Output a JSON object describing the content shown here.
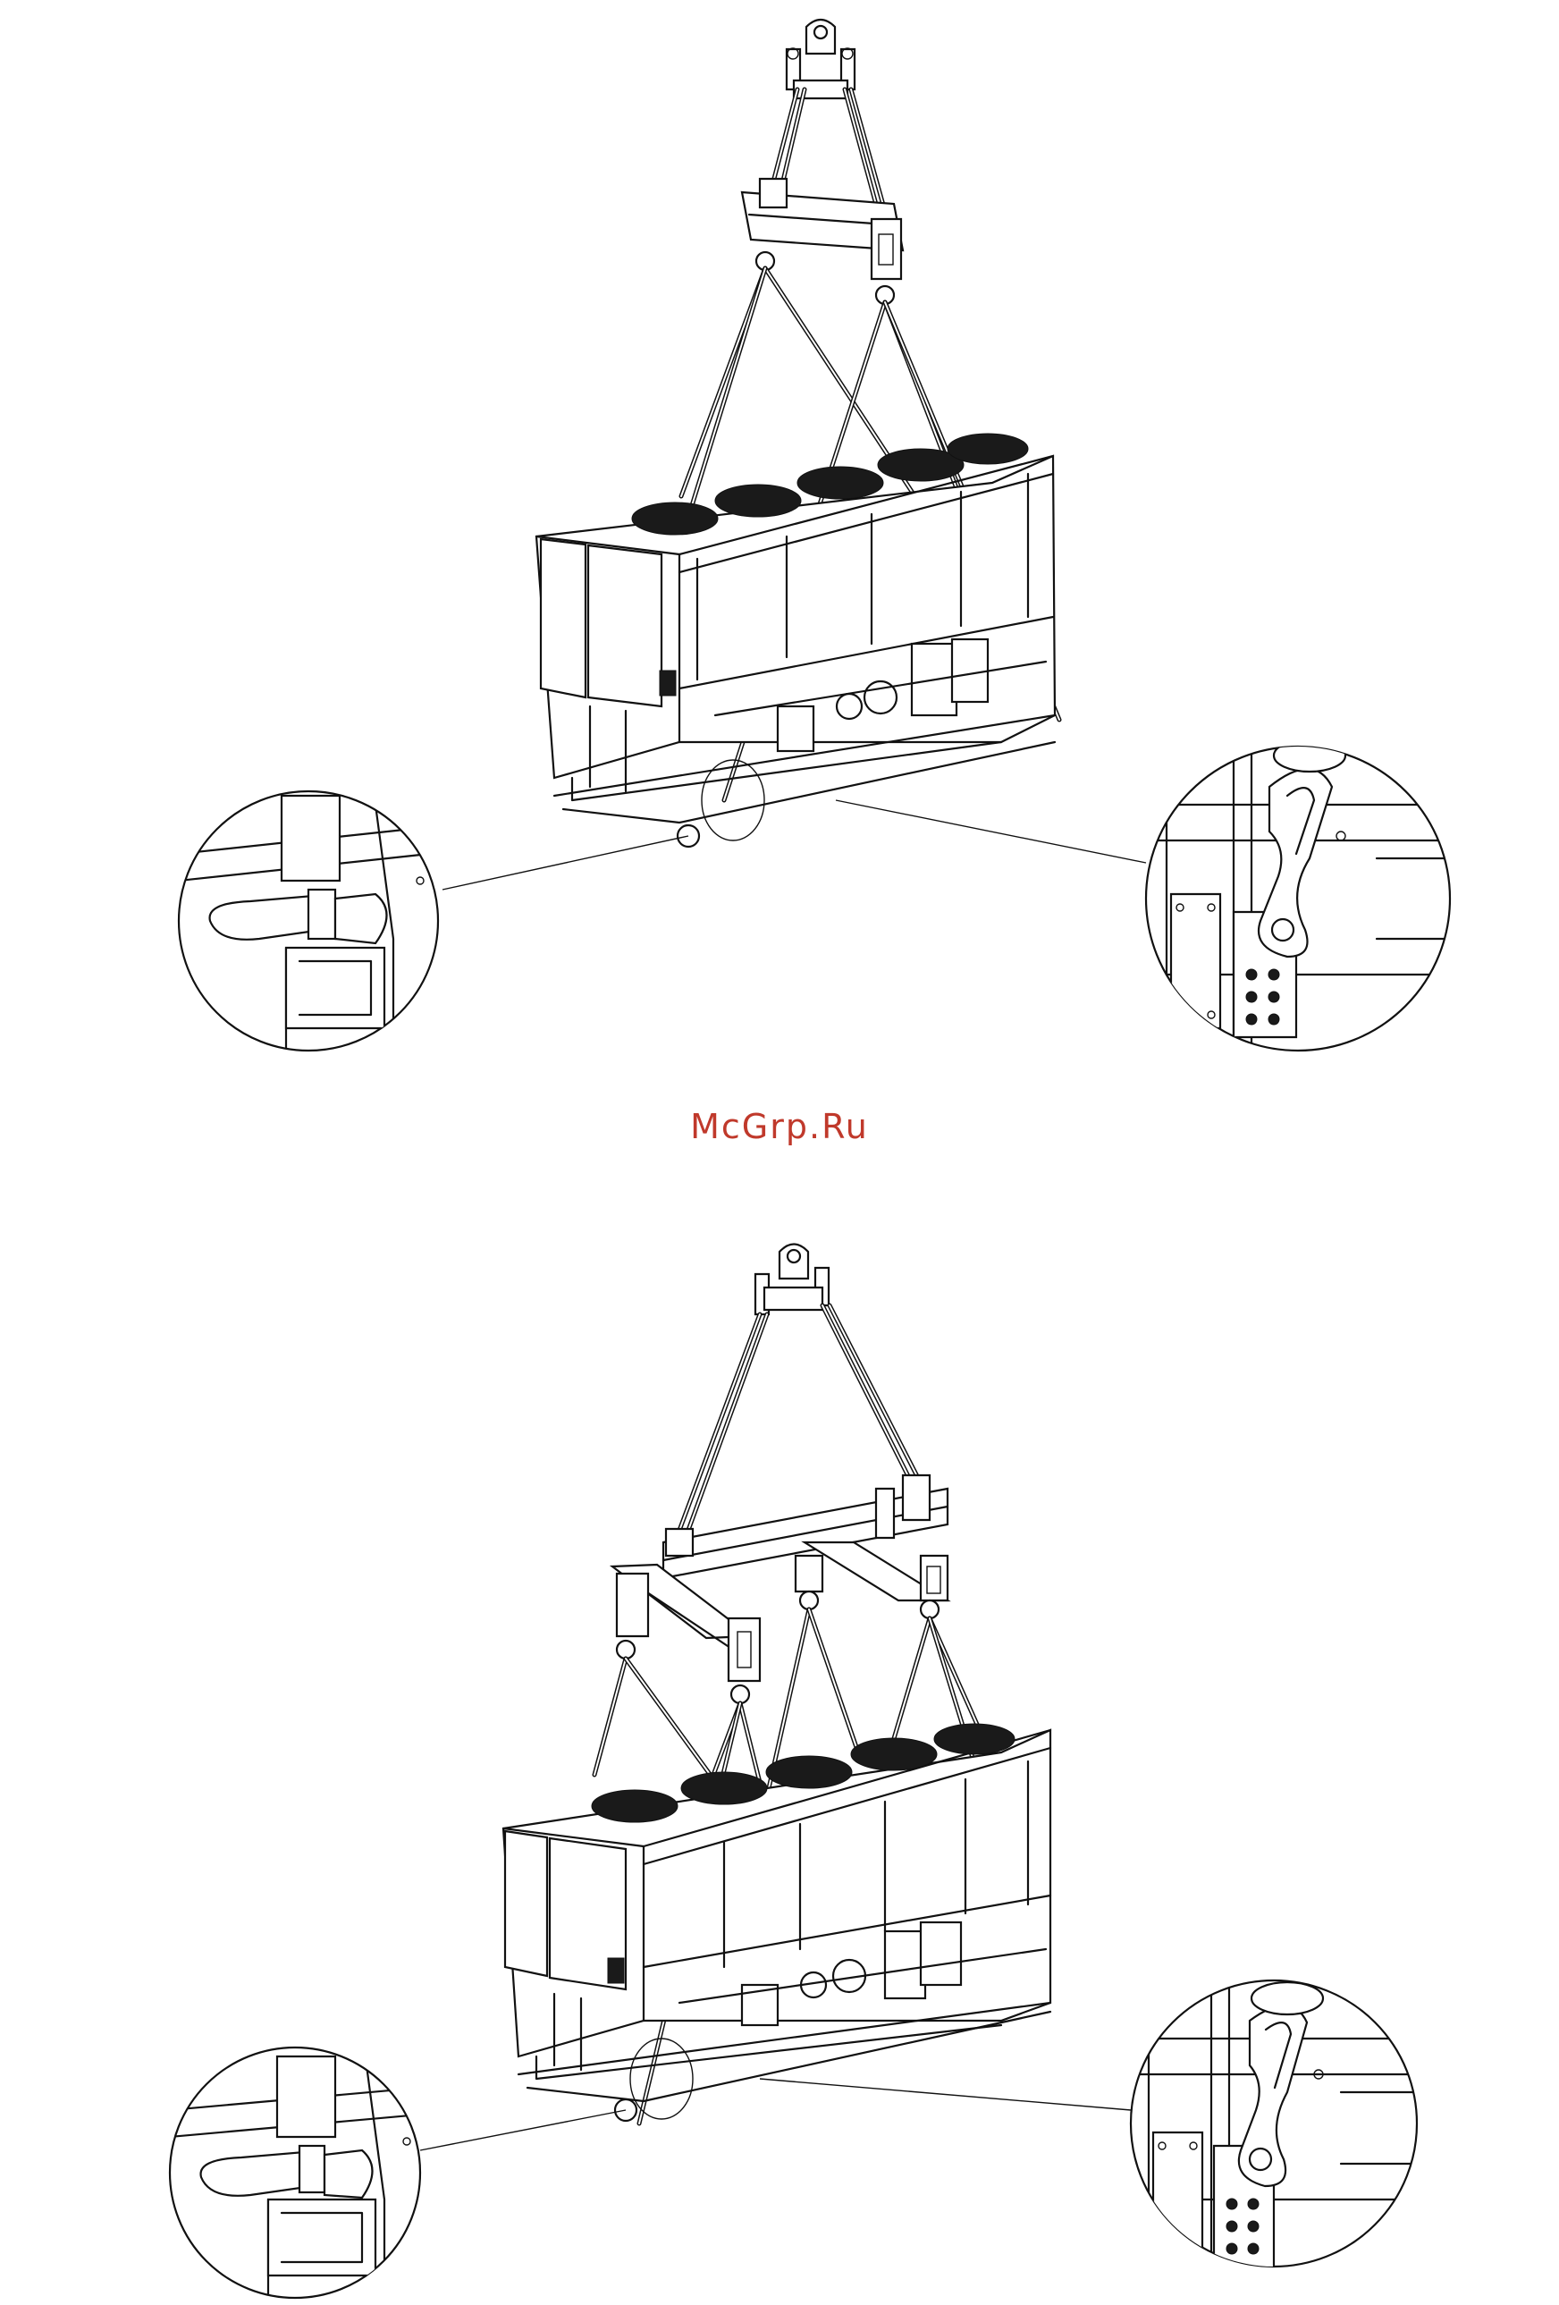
{
  "watermark": {
    "text": "McGrp.Ru",
    "color": "#c0392b"
  },
  "figures": [
    {
      "name": "lifting-single-spreader-bar",
      "fans": 5,
      "spreader_beams": 1,
      "detail_views": [
        "lifting-hook-detail",
        "shackle-detail"
      ]
    },
    {
      "name": "lifting-double-spreader-frame",
      "fans": 5,
      "spreader_beams": 3,
      "detail_views": [
        "lifting-hook-detail",
        "shackle-detail"
      ]
    }
  ],
  "colors": {
    "line": "#111111",
    "background": "#ffffff"
  }
}
